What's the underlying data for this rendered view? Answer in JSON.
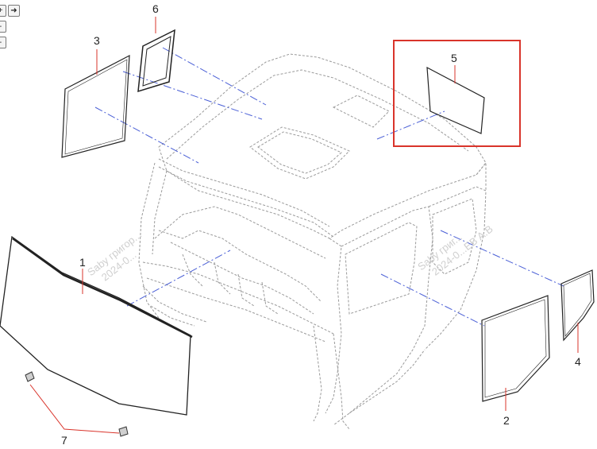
{
  "toolbar": {
    "zoom_in_icon": "plus-icon",
    "next_icon": "arrow-right-icon",
    "zoom_out_icon": "minus-icon",
    "reset_icon": "minus-icon",
    "next_glyph": "➜",
    "zoom_glyph": "+",
    "minus_glyph": "-"
  },
  "callouts": {
    "c1": "1",
    "c2": "2",
    "c3": "3",
    "c4": "4",
    "c5": "5",
    "c6": "6",
    "c7": "7"
  },
  "highlight": {
    "color": "#d9342b",
    "item": "5"
  },
  "watermark": {
    "left_line1": "Saby григор...",
    "left_line2": "2024-0...",
    "right_line1": "Saby григ...",
    "right_line2": "2024-0...ЕВ А.В"
  },
  "colors": {
    "lines": "#222222",
    "dashdot": "#4a5fd6",
    "leader": "#d9342b",
    "cab": "#9a9a9a"
  }
}
